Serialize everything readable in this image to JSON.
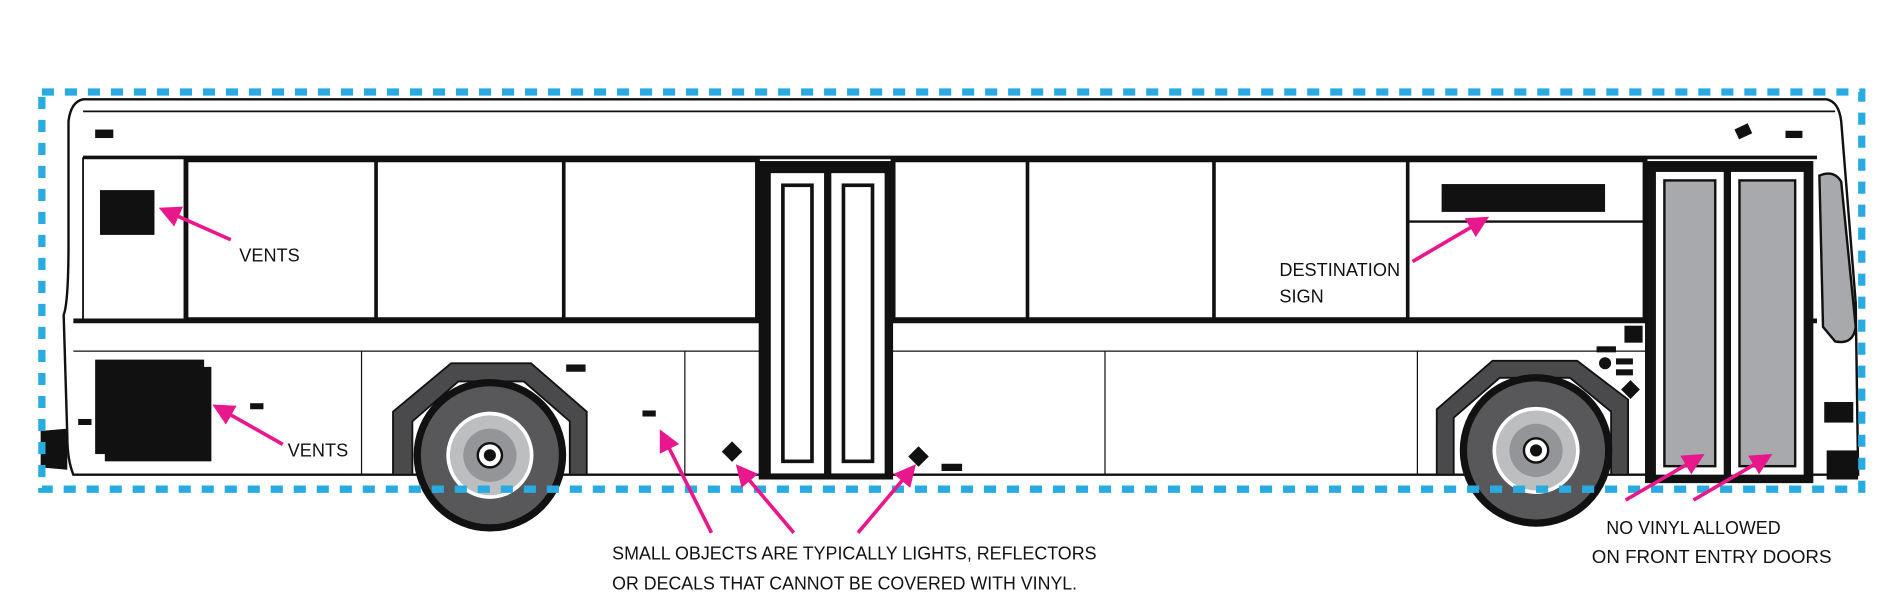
{
  "labels": {
    "vents_upper": "VENTS",
    "vents_lower": "VENTS",
    "destination_line1": "DESTINATION",
    "destination_line2": "SIGN",
    "small_objects_line1": "SMALL OBJECTS ARE TYPICALLY LIGHTS, REFLECTORS",
    "small_objects_line2": "OR DECALS THAT CANNOT BE COVERED WITH VINYL.",
    "no_vinyl_line1": "NO VINYL ALLOWED",
    "no_vinyl_line2": "ON FRONT ENTRY DOORS"
  },
  "colors": {
    "boundary": "#29abe2",
    "arrow": "#e8188c",
    "door_glass": "#a7a9ac",
    "tire": "#4a4a4c"
  }
}
